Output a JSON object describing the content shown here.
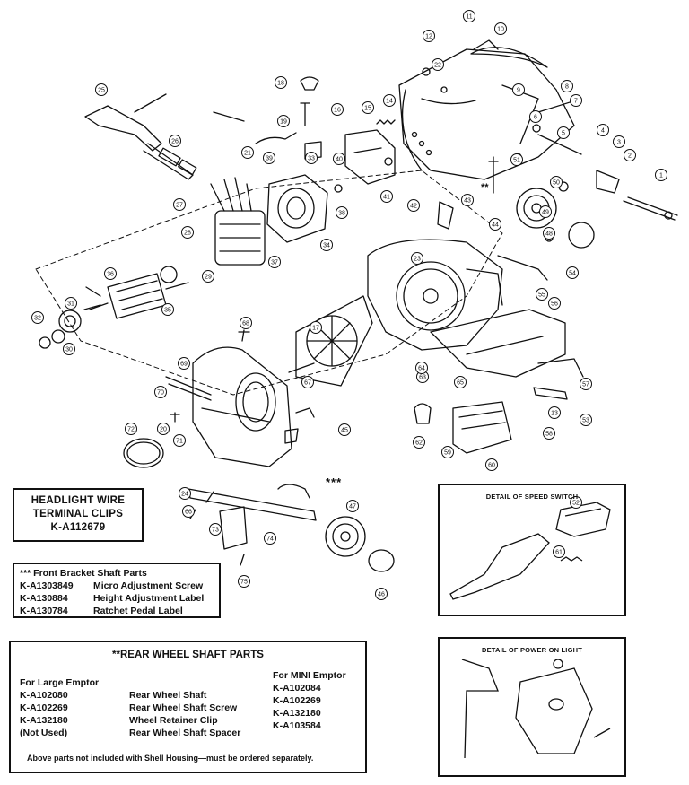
{
  "headlight_box": {
    "line1": "HEADLIGHT WIRE",
    "line2": "TERMINAL CLIPS",
    "line3": "K-A112679"
  },
  "front_bracket": {
    "title": "*** Front Bracket Shaft Parts",
    "items": [
      {
        "part": "K-A1303849",
        "desc": "Micro Adjustment Screw"
      },
      {
        "part": "K-A130884",
        "desc": "Height Adjustment Label"
      },
      {
        "part": "K-A130784",
        "desc": "Ratchet Pedal Label"
      }
    ]
  },
  "rear_wheel": {
    "title": "**REAR WHEEL SHAFT PARTS",
    "large_heading": "For Large Emptor",
    "large_parts": [
      "K-A102080",
      "K-A102269",
      "K-A132180",
      "(Not Used)"
    ],
    "descriptions": [
      "Rear Wheel Shaft",
      "Rear Wheel Shaft Screw",
      "Wheel Retainer Clip",
      "Rear Wheel Shaft Spacer"
    ],
    "mini_heading": "For MINI Emptor",
    "mini_parts": [
      "K-A102084",
      "K-A102269",
      "K-A132180",
      "K-A103584"
    ],
    "note": "Above parts not included with Shell Housing—must be ordered separately."
  },
  "speed_detail": {
    "title": "DETAIL OF SPEED SWITCH"
  },
  "power_detail": {
    "title": "DETAIL OF POWER ON LIGHT"
  },
  "stars_label": "***",
  "callouts": [
    "1",
    "2",
    "3",
    "4",
    "5",
    "6",
    "7",
    "8",
    "9",
    "10",
    "11",
    "12",
    "13",
    "14",
    "15",
    "16",
    "17",
    "18",
    "19",
    "20",
    "21",
    "22",
    "23",
    "24",
    "25",
    "26",
    "27",
    "28",
    "29",
    "30",
    "31",
    "32",
    "33",
    "34",
    "35",
    "36",
    "37",
    "38",
    "39",
    "40",
    "41",
    "42",
    "43",
    "44",
    "45",
    "46",
    "47",
    "48",
    "49",
    "50",
    "51",
    "52",
    "53",
    "54",
    "55",
    "56",
    "57",
    "58",
    "59",
    "60",
    "61",
    "62",
    "63",
    "64",
    "65",
    "66",
    "67",
    "68",
    "69",
    "70",
    "71",
    "72",
    "73",
    "74",
    "75"
  ]
}
